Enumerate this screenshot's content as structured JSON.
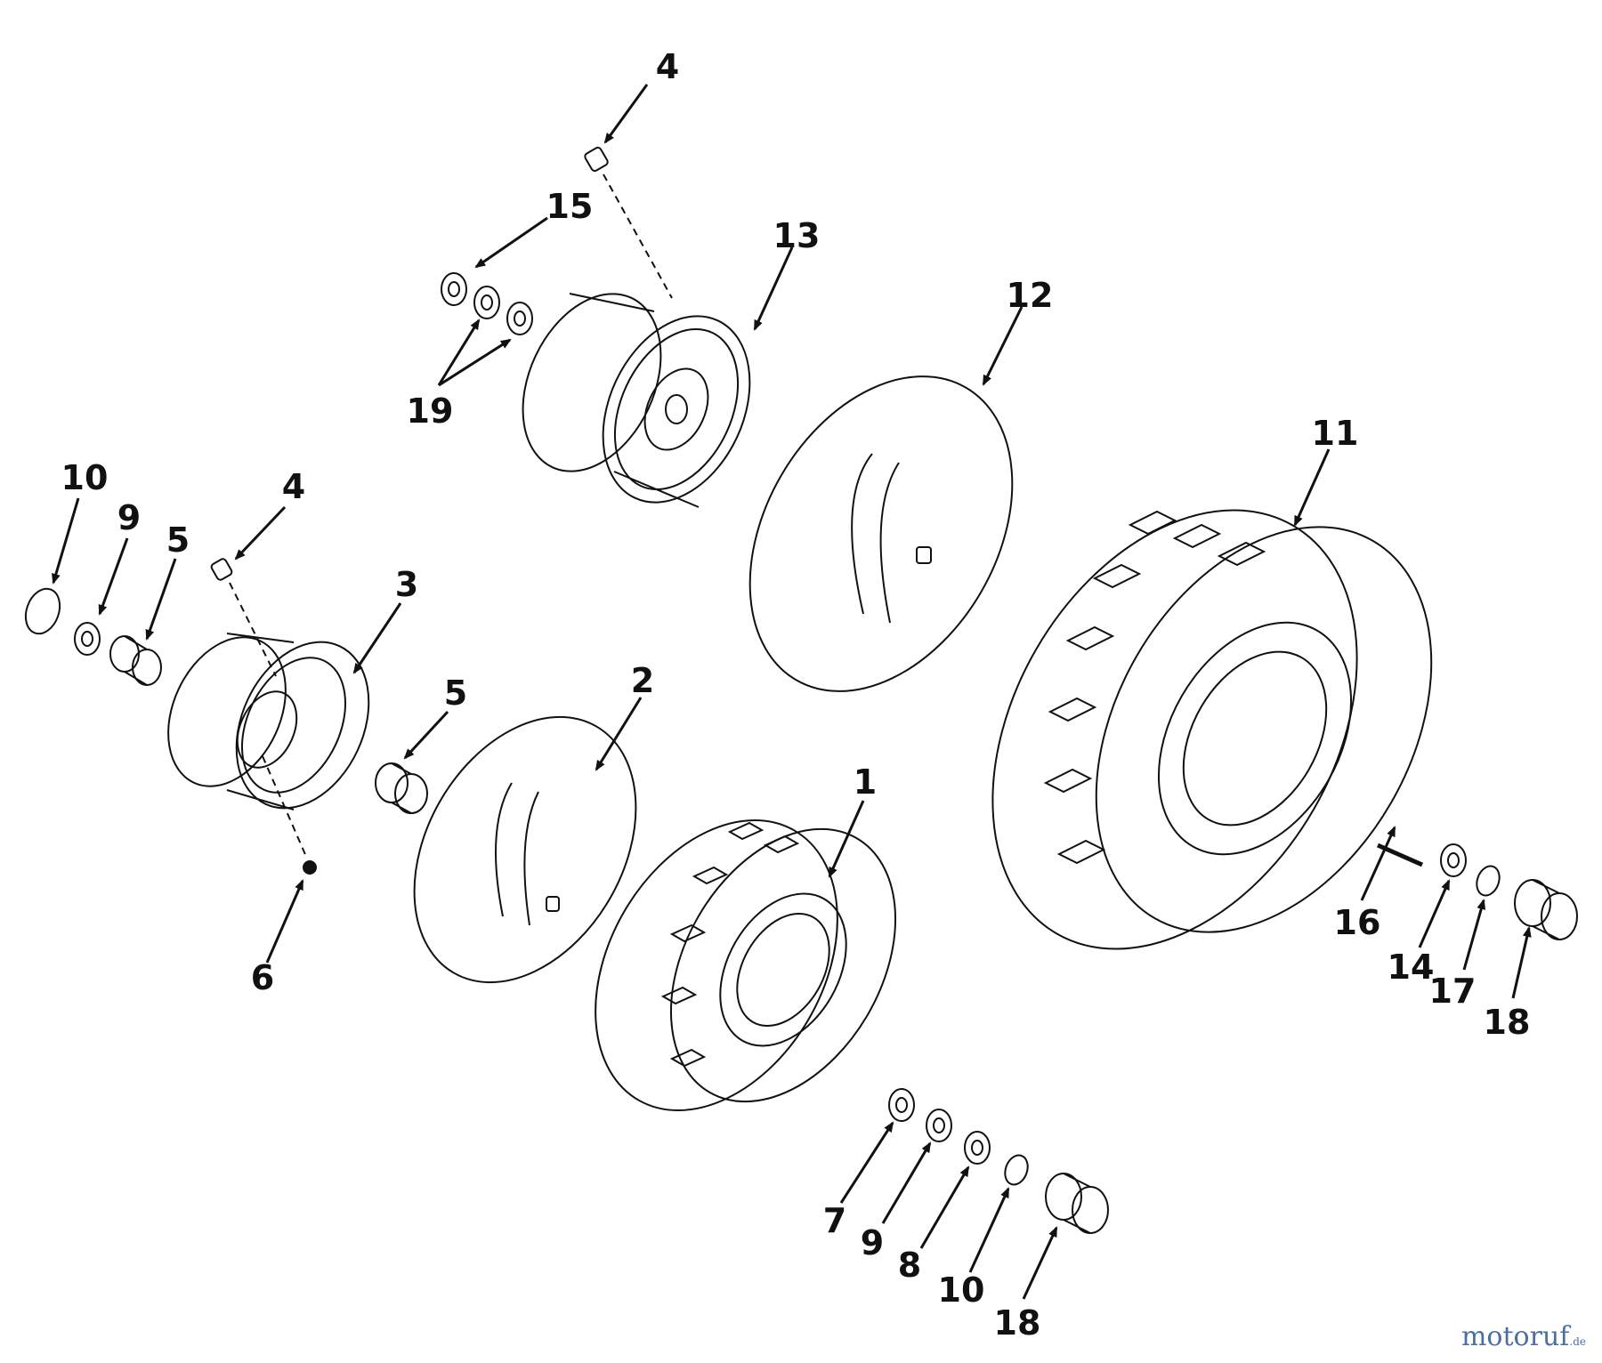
{
  "callouts": {
    "c1": "1",
    "c2": "2",
    "c3": "3",
    "c4a": "4",
    "c4b": "4",
    "c5a": "5",
    "c5b": "5",
    "c6": "6",
    "c7": "7",
    "c8": "8",
    "c9a": "9",
    "c9b": "9",
    "c10a": "10",
    "c10b": "10",
    "c11": "11",
    "c12": "12",
    "c13": "13",
    "c14": "14",
    "c15": "15",
    "c16": "16",
    "c17": "17",
    "c18a": "18",
    "c18b": "18",
    "c19": "19"
  },
  "watermark": {
    "brand": "motoruf",
    "suffix": ".de"
  }
}
